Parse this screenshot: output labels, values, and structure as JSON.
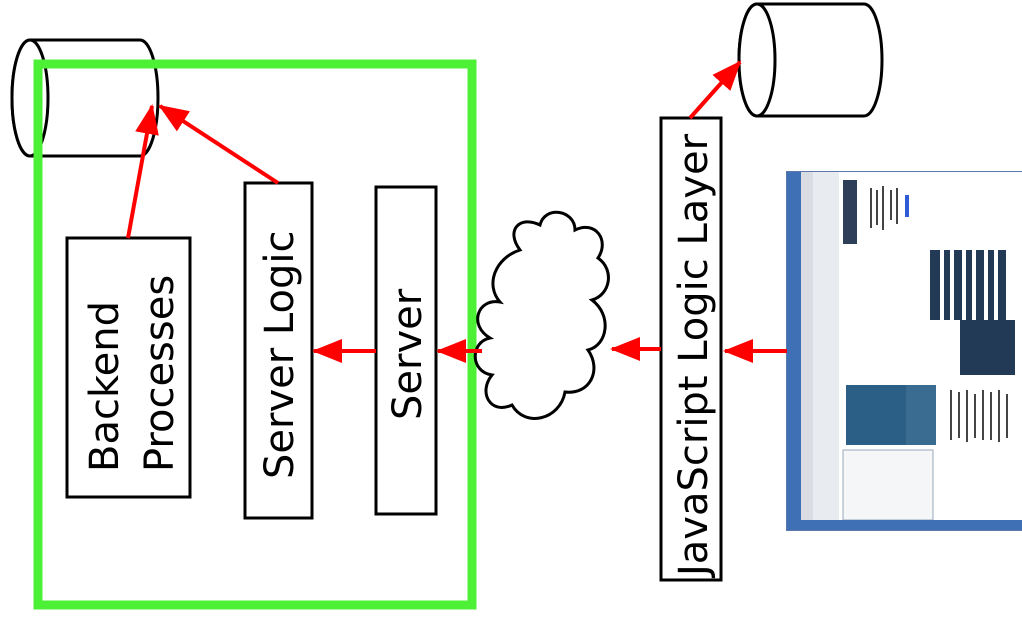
{
  "colors": {
    "boundary": "#4cf034",
    "arrow": "#ff0000",
    "stroke": "#000000"
  },
  "labels": {
    "backend_line1": "Backend",
    "backend_line2": "Processes",
    "server_logic": "Server Logic",
    "server": "Server",
    "js_logic_layer": "JavaScript Logic Layer"
  },
  "icons": {
    "database_left": "database-cylinder-icon",
    "database_right": "database-cylinder-icon",
    "network": "cloud-icon",
    "client": "browser-screenshot-thumbnail"
  }
}
